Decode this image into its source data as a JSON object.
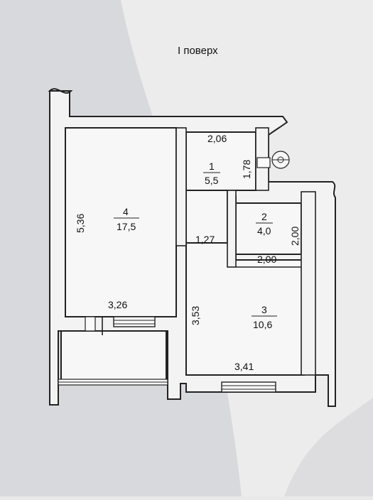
{
  "plan": {
    "title": "I поверх",
    "rooms": [
      {
        "number": "1",
        "area": "5,5"
      },
      {
        "number": "2",
        "area": "4,0"
      },
      {
        "number": "3",
        "area": "10,6"
      },
      {
        "number": "4",
        "area": "17,5"
      }
    ],
    "dimensions": {
      "top_206": "2,06",
      "side_178": "1,78",
      "left_536": "5,36",
      "mid_127": "1,27",
      "right_200v": "2,00",
      "bottom_200h": "2,00",
      "room4_326": "3,26",
      "room3_353": "3,53",
      "bottom_341": "3,41"
    }
  }
}
